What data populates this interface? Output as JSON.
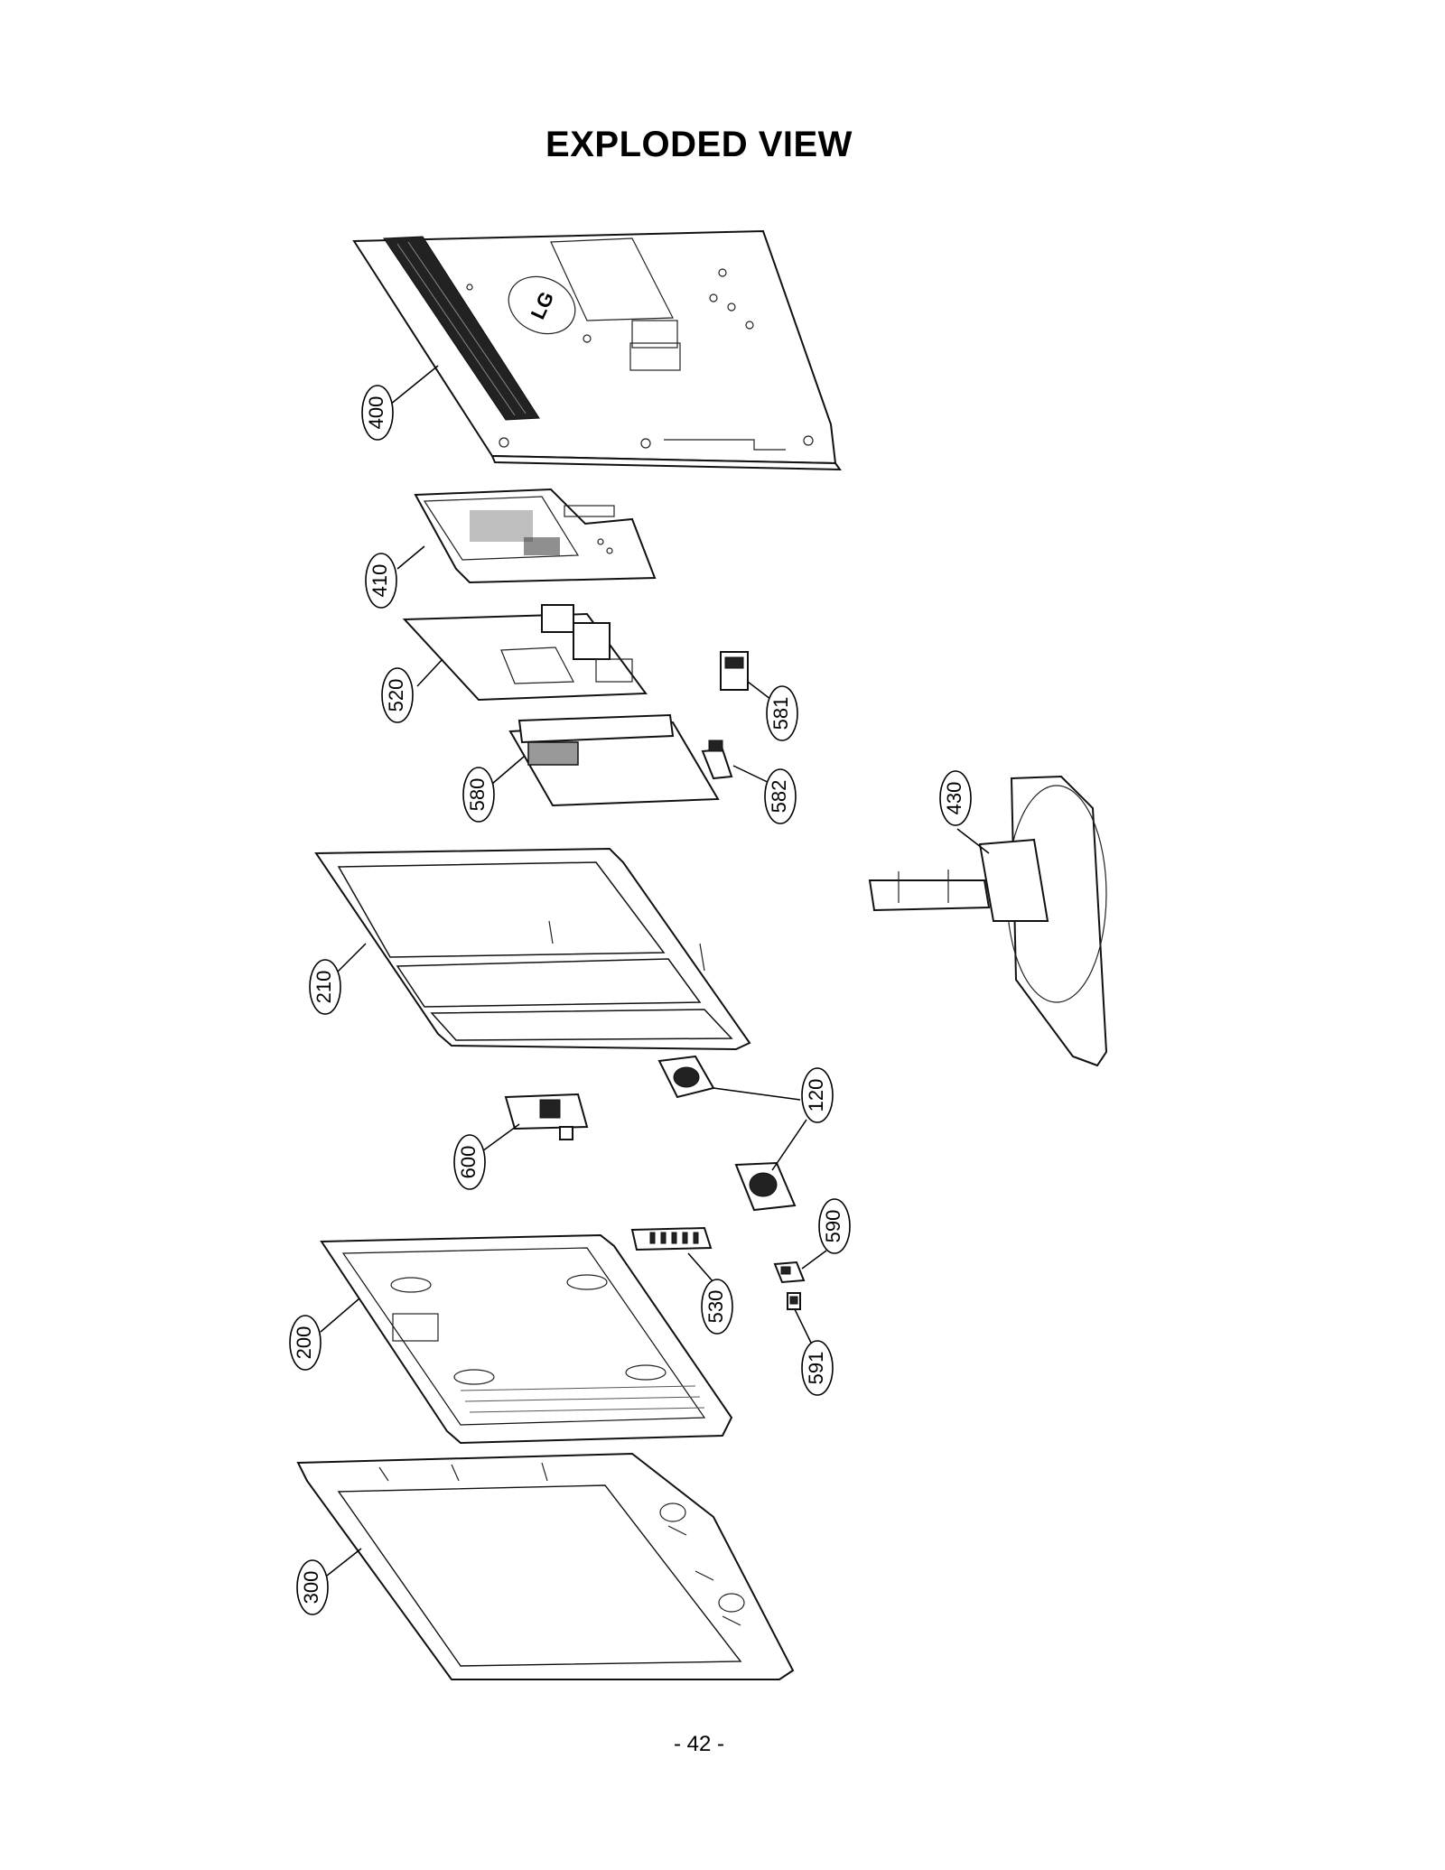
{
  "page": {
    "title": "EXPLODED VIEW",
    "page_number": "- 42 -"
  },
  "diagram": {
    "logo_text": "LG",
    "parts": [
      {
        "id": "400"
      },
      {
        "id": "410"
      },
      {
        "id": "520"
      },
      {
        "id": "581"
      },
      {
        "id": "580"
      },
      {
        "id": "582"
      },
      {
        "id": "430"
      },
      {
        "id": "210"
      },
      {
        "id": "120"
      },
      {
        "id": "600"
      },
      {
        "id": "590"
      },
      {
        "id": "530"
      },
      {
        "id": "200"
      },
      {
        "id": "591"
      },
      {
        "id": "300"
      }
    ]
  }
}
